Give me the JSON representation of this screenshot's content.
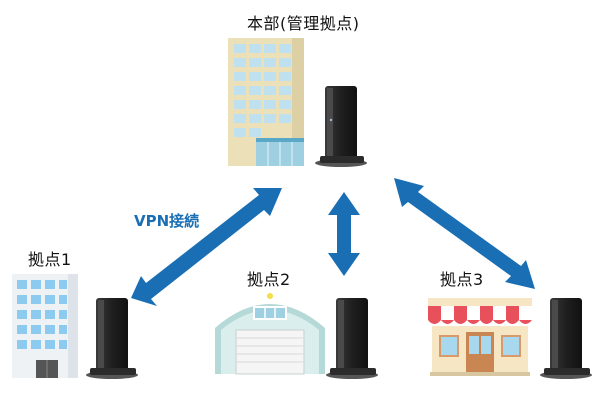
{
  "diagram": {
    "hq_label": "本部(管理拠点)",
    "vpn_label": "VPN接続",
    "site1_label": "拠点1",
    "site2_label": "拠点2",
    "site3_label": "拠点3"
  },
  "colors": {
    "arrow": "#1a6fb4",
    "vpn_text": "#1a6fb4",
    "router": "#2b2b2b",
    "building_hq": "#ece0b9",
    "building_office": "#e8eef2",
    "warehouse_roof": "#b5d9d6",
    "shop_awning_red": "#e8505b"
  }
}
